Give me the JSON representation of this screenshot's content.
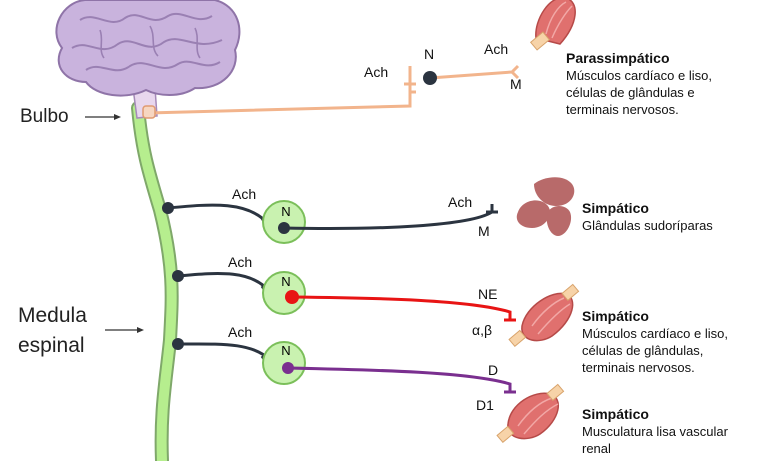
{
  "labels": {
    "bulbo": "Bulbo",
    "medula_line1": "Medula",
    "medula_line2": "espinal"
  },
  "pathways": [
    {
      "pre_transmitter": "Ach",
      "ganglion_receptor": "N",
      "post_transmitter": "Ach",
      "target_receptor": "M",
      "title": "Parassimpático",
      "description": [
        "Músculos cardíaco e liso,",
        "células de glândulas e",
        "terminais nervosos."
      ],
      "color": "#f2b48c"
    },
    {
      "pre_transmitter": "Ach",
      "ganglion_receptor": "N",
      "post_transmitter": "Ach",
      "target_receptor": "M",
      "title": "Simpático",
      "description": [
        "Glândulas sudoríparas"
      ],
      "color": "#2b3440"
    },
    {
      "pre_transmitter": "Ach",
      "ganglion_receptor": "N",
      "post_transmitter": "NE",
      "target_receptor": "α,β",
      "title": "Simpático",
      "description": [
        "Músculos cardíaco e liso,",
        "células de glândulas,",
        "terminais nervosos."
      ],
      "color": "#e81414"
    },
    {
      "pre_transmitter": "Ach",
      "ganglion_receptor": "N",
      "post_transmitter": "D",
      "target_receptor": "D1",
      "title": "Simpático",
      "description": [
        "Musculatura lisa vascular",
        "renal"
      ],
      "color": "#7a2f8f"
    }
  ],
  "colors": {
    "spinal_cord": "#b6ee8e",
    "ganglion": "#c9f2b0",
    "brain": "#c9b3dd",
    "muscle": "#e0706e",
    "gland": "#b86a6a"
  }
}
